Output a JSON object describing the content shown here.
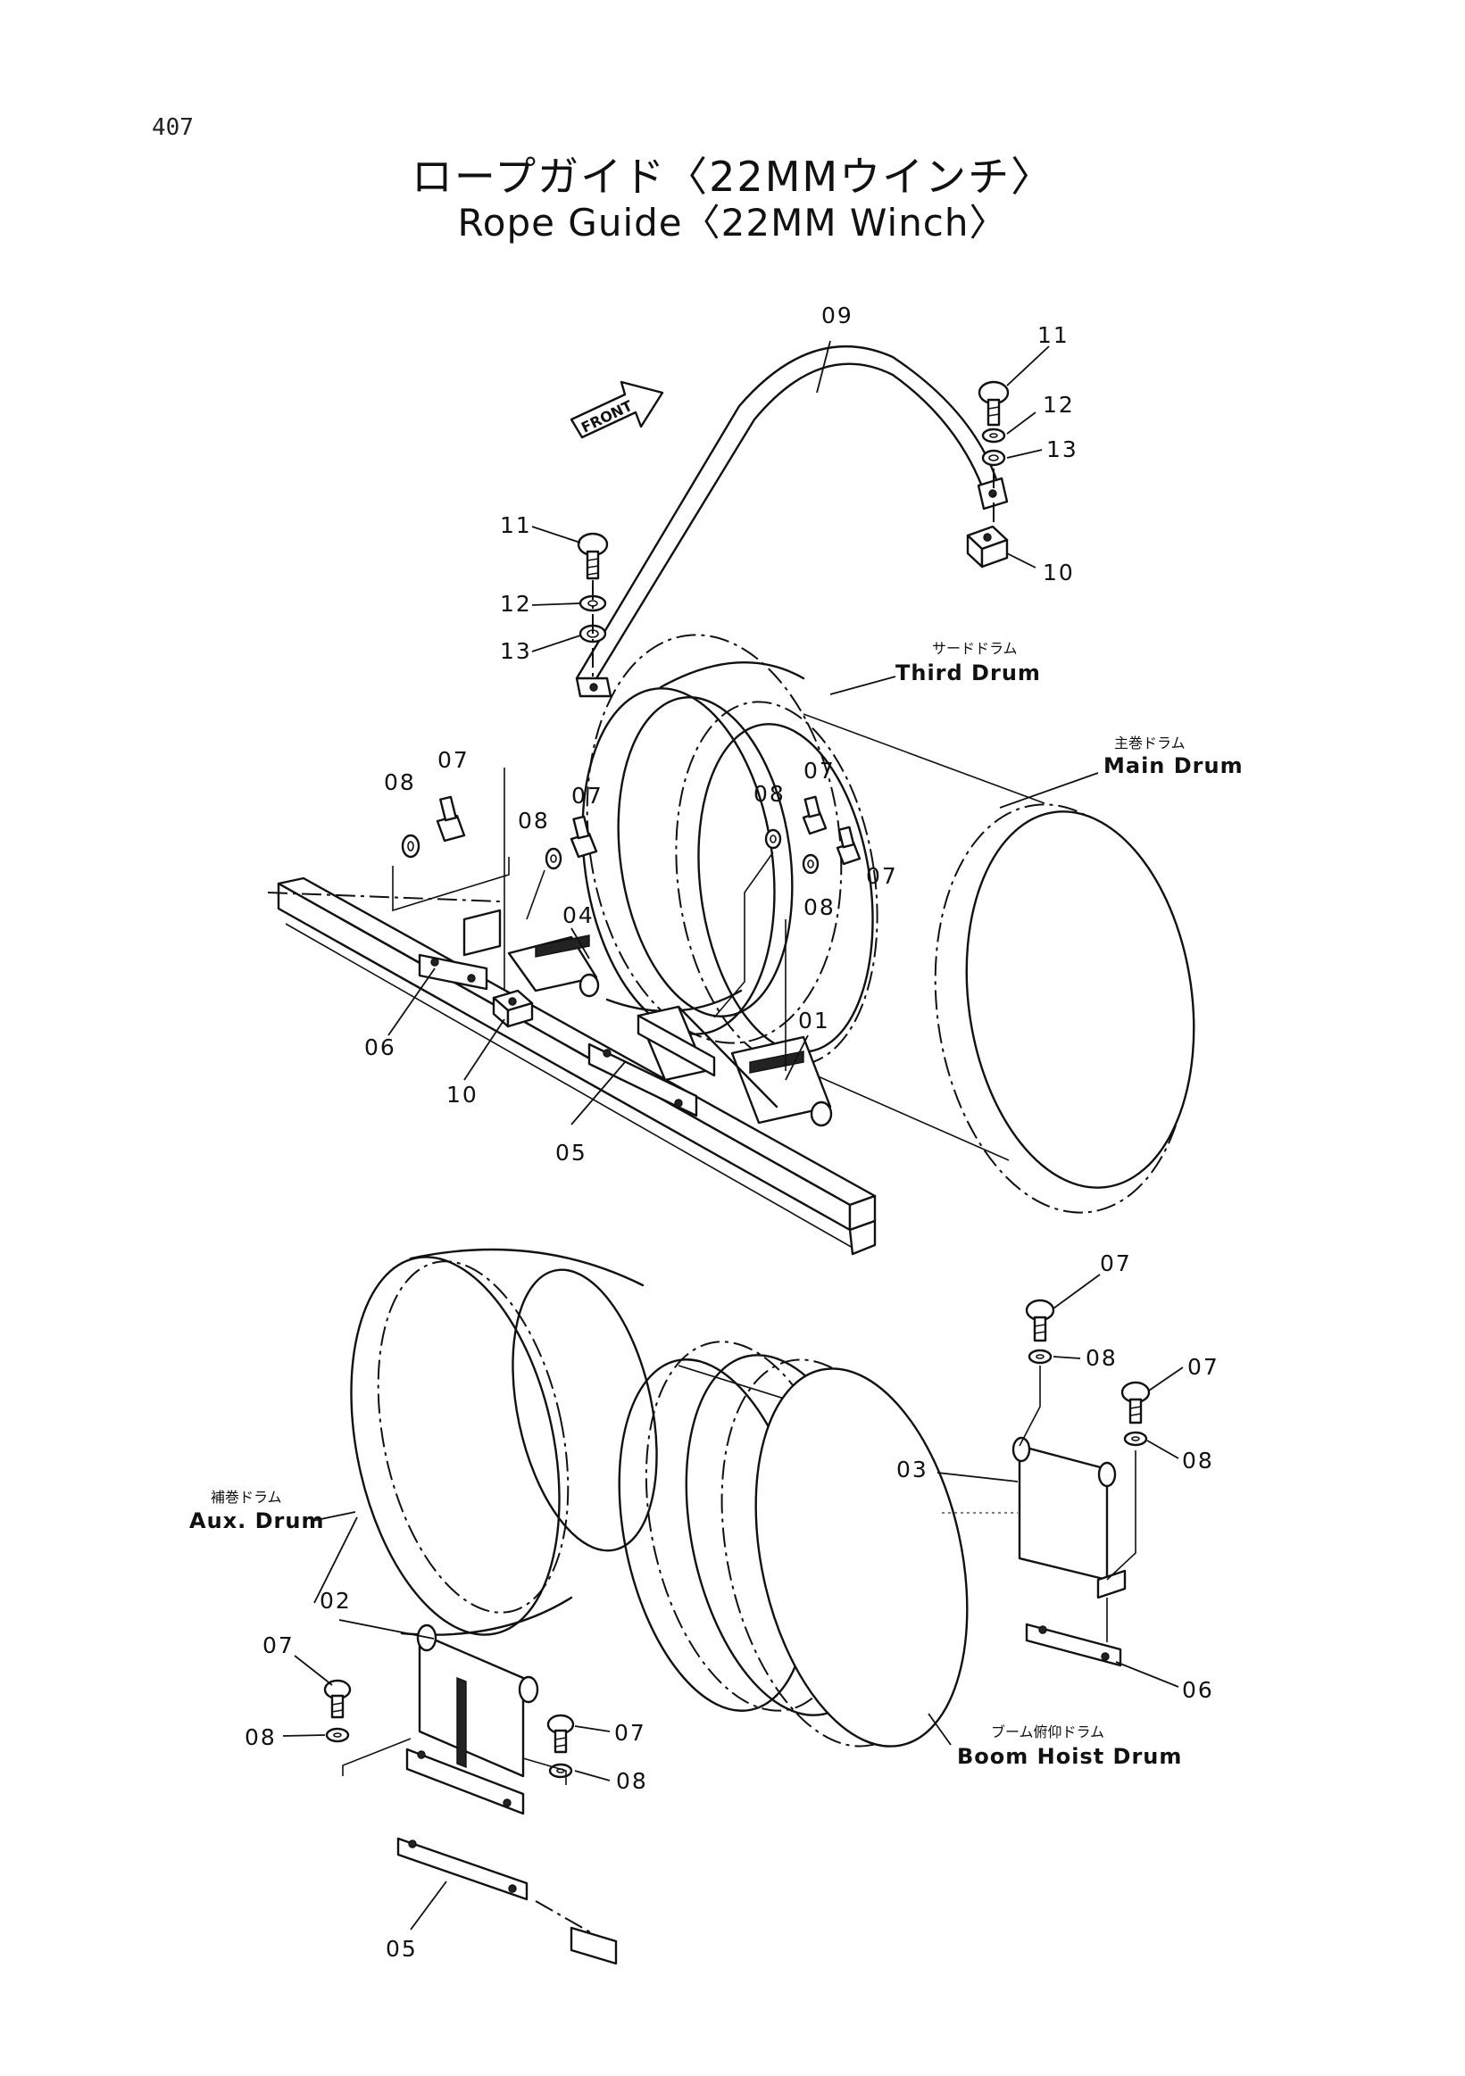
{
  "page_number": "407",
  "title_jp": "ロープガイド〈22MMウインチ〉",
  "title_en": "Rope Guide〈22MM Winch〉",
  "front_arrow_label": "FRONT",
  "drums": {
    "third": {
      "jp": "サードドラム",
      "en": "Third Drum"
    },
    "main": {
      "jp": "主巻ドラム",
      "en": "Main Drum"
    },
    "aux": {
      "jp": "補巻ドラム",
      "en": "Aux. Drum"
    },
    "boom_hoist": {
      "jp": "ブーム俯仰ドラム",
      "en": "Boom Hoist Drum"
    }
  },
  "parts": {
    "p01": "01",
    "p02": "02",
    "p03": "03",
    "p04": "04",
    "p05": "05",
    "p06": "06",
    "p07": "07",
    "p08": "08",
    "p09": "09",
    "p10": "10",
    "p11": "11",
    "p12": "12",
    "p13": "13"
  }
}
